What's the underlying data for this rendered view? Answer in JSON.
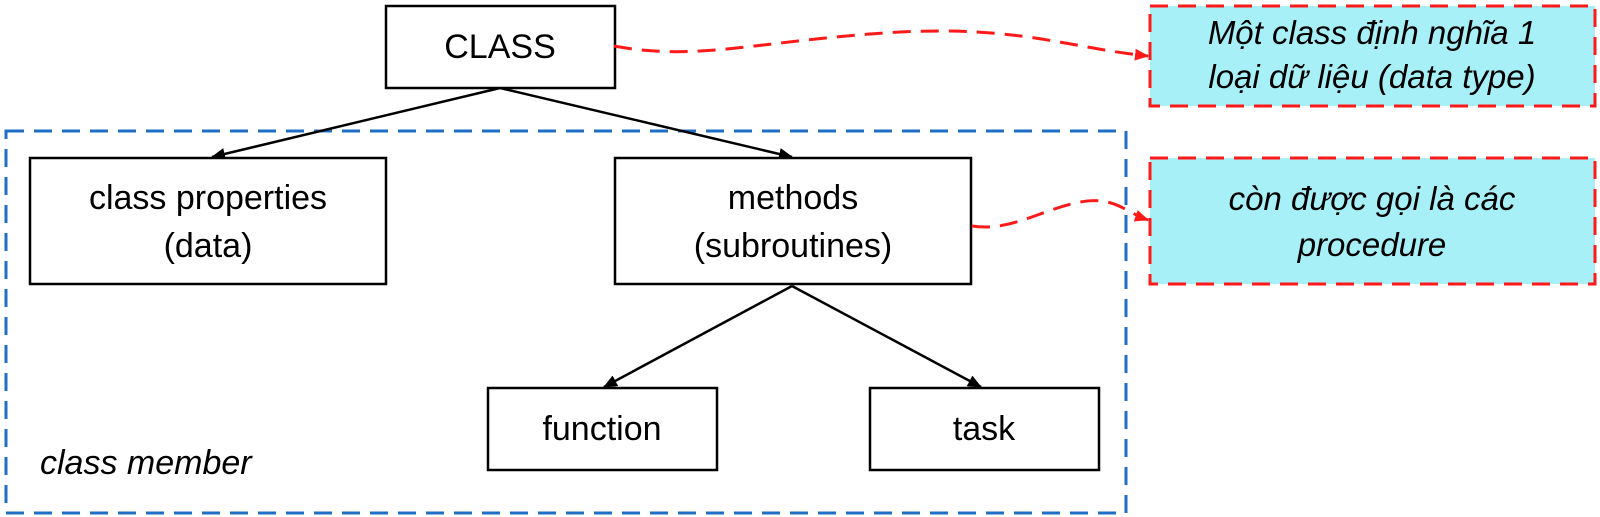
{
  "nodes": {
    "class": {
      "label": "CLASS"
    },
    "class_properties": {
      "line1": "class properties",
      "line2": "(data)"
    },
    "methods": {
      "line1": "methods",
      "line2": "(subroutines)"
    },
    "function": {
      "label": "function"
    },
    "task": {
      "label": "task"
    }
  },
  "group": {
    "label": "class member"
  },
  "notes": {
    "class_note": {
      "line1": "Một class định nghĩa 1",
      "line2": "loại dữ liệu (data type)"
    },
    "methods_note": {
      "line1": "còn được gọi là các",
      "line2": "procedure"
    }
  },
  "colors": {
    "group_border": "#1f6fc5",
    "note_border": "#ff1a1a",
    "note_fill": "#a8f0f8",
    "connector_red": "#ff1a1a",
    "box_border": "#000000"
  }
}
